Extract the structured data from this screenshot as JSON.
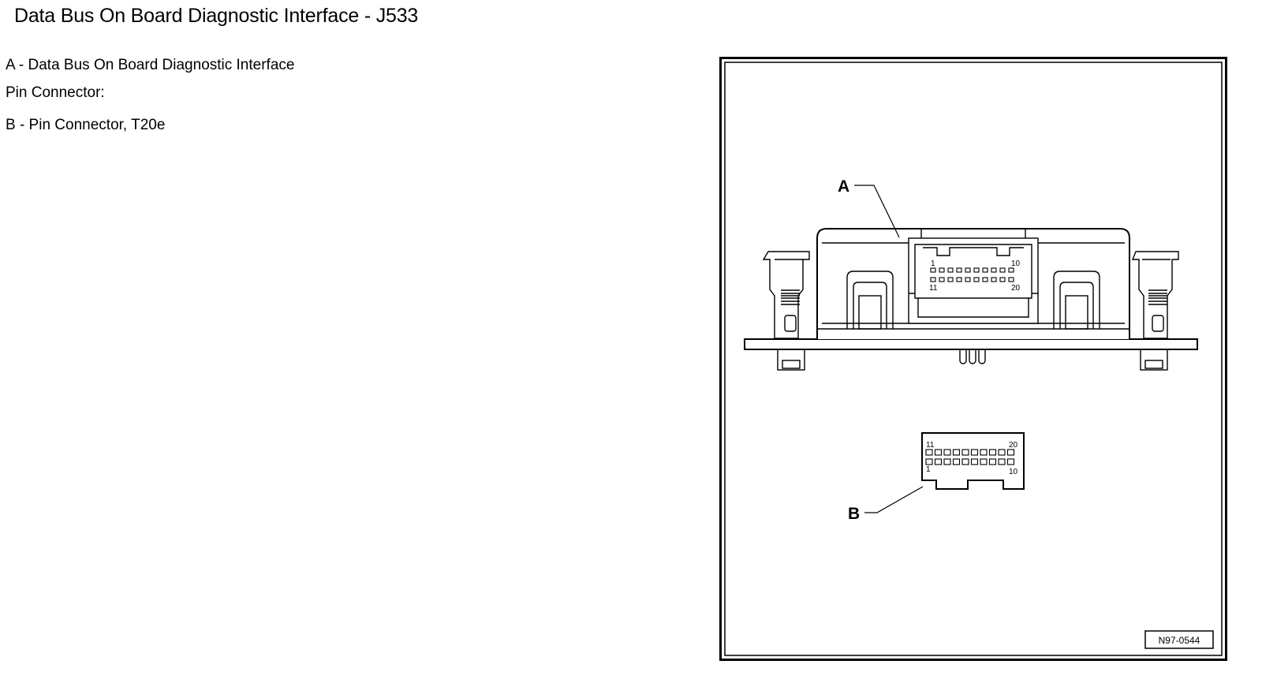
{
  "page": {
    "title": "Data Bus On Board Diagnostic Interface - J533"
  },
  "legend": {
    "item_a": "A - Data Bus On Board Diagnostic Interface",
    "pin_connector_heading": "Pin Connector:",
    "item_b": "B - Pin Connector, T20e"
  },
  "figure": {
    "callout_a": "A",
    "callout_b": "B",
    "reference": "N97-0544",
    "module_pins": {
      "first": "1",
      "last_top": "10",
      "first_bottom": "11",
      "last_bottom": "20"
    },
    "connector_pins": {
      "top_left": "11",
      "top_right": "20",
      "bottom_left": "1",
      "bottom_right": "10"
    }
  }
}
